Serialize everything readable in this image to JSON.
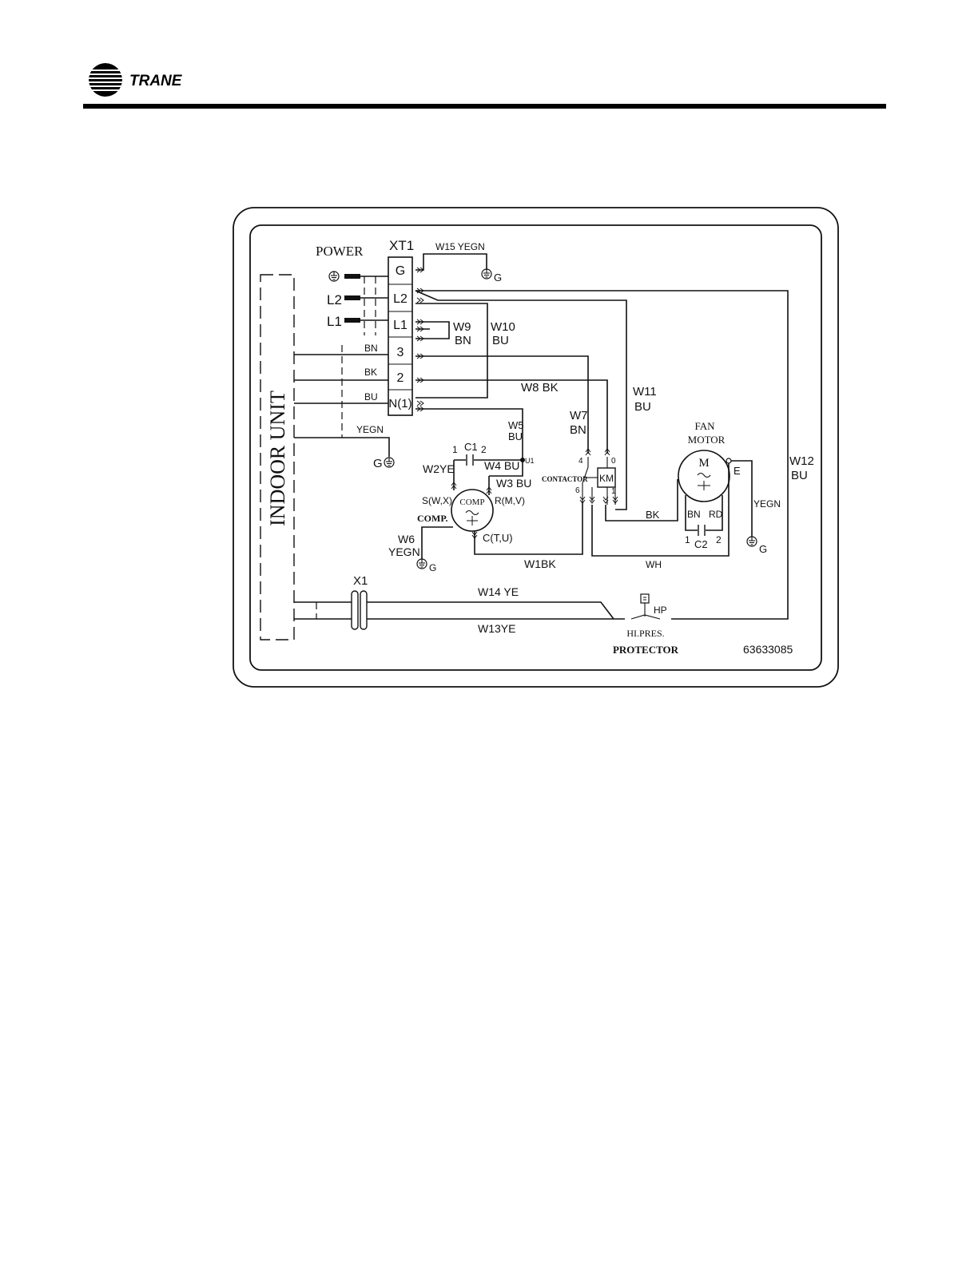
{
  "header": {
    "brand": "TRANE",
    "colors": {
      "rule": "#000000",
      "ink": "#111111"
    }
  },
  "diagram": {
    "terminal_block": {
      "title": "XT1",
      "terminals": [
        "G",
        "L2",
        "L1",
        "3",
        "2",
        "N(1)"
      ]
    },
    "power": {
      "title": "POWER",
      "lines": [
        "L2",
        "L1"
      ]
    },
    "indoor_unit": "INDOOR UNIT",
    "wires": {
      "w15": "W15 YEGN",
      "w9_name": "W9",
      "w9_color": "BN",
      "w10_name": "W10",
      "w10_color": "BU",
      "w8": "W8 BK",
      "w11_name": "W11",
      "w11_color": "BU",
      "w12_name": "W12",
      "w12_color": "BU",
      "w7_name": "W7",
      "w7_color": "BN",
      "w5_name": "W5",
      "w5_color": "BU",
      "w2": "W2YE",
      "w4": "W4 BU",
      "w3": "W3 BU",
      "w6_name": "W6",
      "w6_color": "YEGN",
      "w1": "W1BK",
      "w14": "W14 YE",
      "w13": "W13YE",
      "bn": "BN",
      "bk": "BK",
      "bu": "BU",
      "yegn": "YEGN",
      "bk2": "BK",
      "wh": "WH",
      "yegn_fan": "YEGN",
      "bn_fan": "BN",
      "rd_fan": "RD"
    },
    "ground_label": "G",
    "capacitor_c1": {
      "name": "C1",
      "pin1": "1",
      "pin2": "2"
    },
    "capacitor_c2": {
      "name": "C2",
      "pin1": "1",
      "pin2": "2"
    },
    "compressor": {
      "name": "COMP",
      "label": "COMP.",
      "s": "S(W,X)",
      "r": "R(M,V)",
      "c": "C(T,U)"
    },
    "junction_label": "U1",
    "contactor": {
      "label": "CONTACTOR",
      "coil": "KM",
      "pin4": "4",
      "pin0": "0",
      "pin6": "6",
      "pin1": "1"
    },
    "fan_motor": {
      "title1": "FAN",
      "title2": "MOTOR",
      "m": "M",
      "e": "E"
    },
    "connector_x1": "X1",
    "hp": {
      "label": "HP",
      "title1": "HI.PRES.",
      "title2": "PROTECTOR"
    },
    "part_number": "63633085"
  }
}
